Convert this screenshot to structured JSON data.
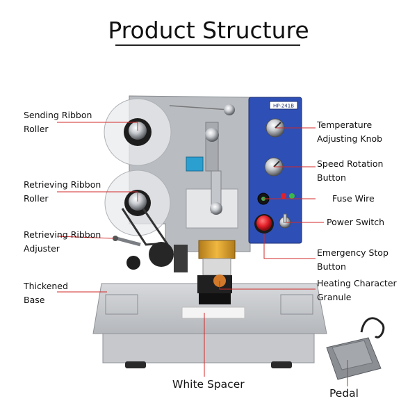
{
  "title": "Product Structure",
  "colors": {
    "leader_line": "#d32a2a",
    "panel_blue": "#2e4fb5",
    "metal": "#b9bcc0",
    "emergency_red": "#e3202a"
  },
  "panel": {
    "model_plate": "HP-241B"
  },
  "labels": {
    "sending_ribbon_roller": [
      "Sending Ribbon",
      "Roller"
    ],
    "retrieving_ribbon_roller": [
      "Retrieving Ribbon",
      "Roller"
    ],
    "retrieving_ribbon_adjuster": [
      "Retrieving Ribbon",
      "Adjuster"
    ],
    "thickened_base": [
      "Thickened",
      "Base"
    ],
    "temperature_knob": [
      "Temperature",
      "Adjusting Knob"
    ],
    "speed_button": [
      "Speed Rotation",
      "Button"
    ],
    "fuse_wire": "Fuse Wire",
    "power_switch": "Power Switch",
    "emergency_stop": [
      "Emergency Stop",
      "Button"
    ],
    "heating_granule": [
      "Heating Character",
      "Granule"
    ],
    "white_spacer": "White Spacer",
    "pedal": "Pedal"
  }
}
